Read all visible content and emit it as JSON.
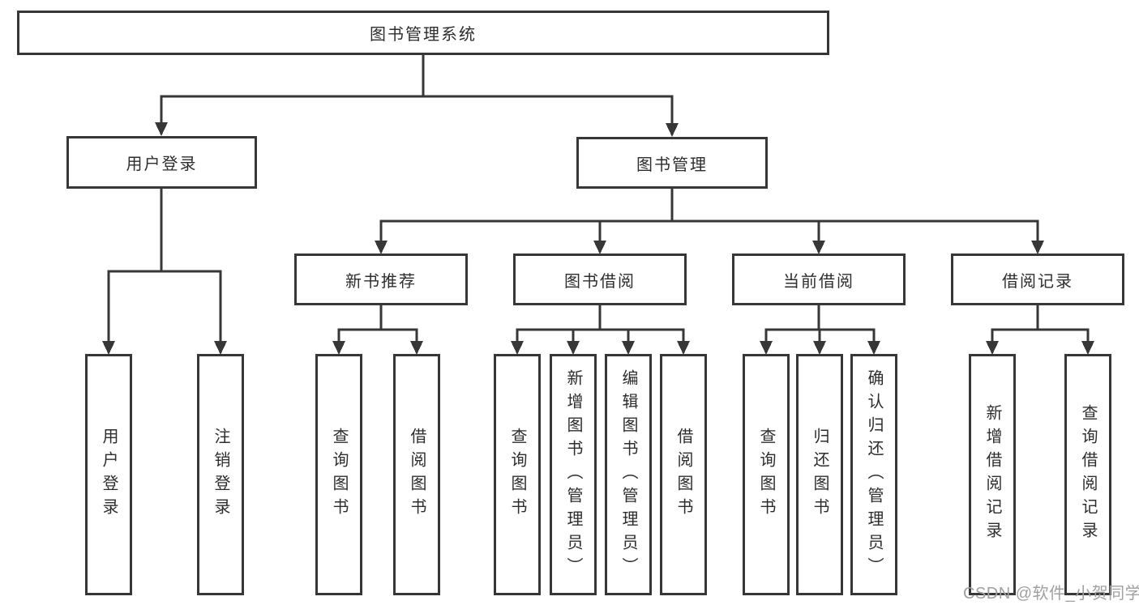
{
  "tree": {
    "root": {
      "label": "图书管理系统"
    },
    "level2": [
      {
        "id": "user-login",
        "label": "用户登录"
      },
      {
        "id": "book-management",
        "label": "图书管理"
      }
    ],
    "level3": [
      {
        "id": "new-book-recommend",
        "label": "新书推荐",
        "parent": "book-management"
      },
      {
        "id": "book-borrow",
        "label": "图书借阅",
        "parent": "book-management"
      },
      {
        "id": "current-borrow",
        "label": "当前借阅",
        "parent": "book-management"
      },
      {
        "id": "borrow-record",
        "label": "借阅记录",
        "parent": "book-management"
      }
    ],
    "leaves": [
      {
        "id": "user-login-leaf",
        "label": "用户登录",
        "parent": "user-login"
      },
      {
        "id": "logout",
        "label": "注销登录",
        "parent": "user-login"
      },
      {
        "id": "query-books-recommend",
        "label": "查询图书",
        "parent": "new-book-recommend"
      },
      {
        "id": "borrow-books-recommend",
        "label": "借阅图书",
        "parent": "new-book-recommend"
      },
      {
        "id": "query-books-borrow",
        "label": "查询图书",
        "parent": "book-borrow"
      },
      {
        "id": "add-books-admin",
        "label": "新增图书（管理员）",
        "parent": "book-borrow"
      },
      {
        "id": "edit-books-admin",
        "label": "编辑图书（管理员）",
        "parent": "book-borrow"
      },
      {
        "id": "borrow-books",
        "label": "借阅图书",
        "parent": "book-borrow"
      },
      {
        "id": "query-books-current",
        "label": "查询图书",
        "parent": "current-borrow"
      },
      {
        "id": "return-books",
        "label": "归还图书",
        "parent": "current-borrow"
      },
      {
        "id": "confirm-return-admin",
        "label": "确认归还（管理员）",
        "parent": "current-borrow"
      },
      {
        "id": "add-borrow-record",
        "label": "新增借阅记录",
        "parent": "borrow-record"
      },
      {
        "id": "query-borrow-record",
        "label": "查询借阅记录",
        "parent": "borrow-record"
      }
    ]
  },
  "watermark": "CSDN @软件_小贺同学",
  "colors": {
    "line": "#373737",
    "text": "#2d2d2d",
    "watermark": "#a0a0a0",
    "background": "#ffffff"
  }
}
